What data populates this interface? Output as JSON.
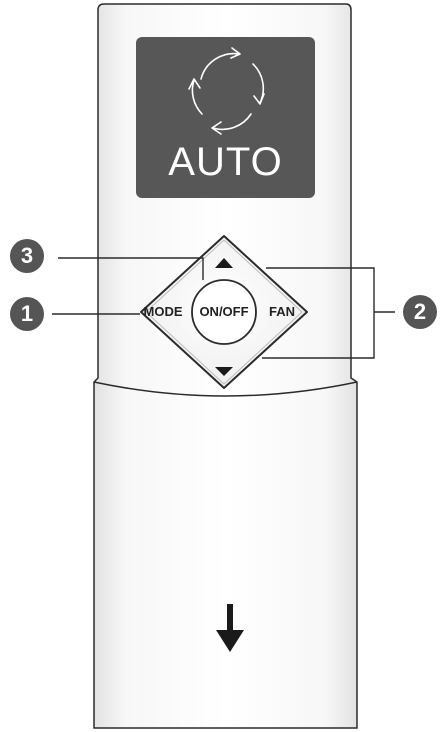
{
  "display": {
    "mode_text": "AUTO",
    "icon": "auto-cycle-arrows-icon",
    "background_color": "#575757"
  },
  "buttons": {
    "mode_label": "MODE",
    "onoff_label": "ON/OFF",
    "fan_label": "FAN",
    "up_icon": "triangle-up-icon",
    "down_icon": "triangle-down-icon"
  },
  "callouts": {
    "one": "1",
    "two": "2",
    "three": "3",
    "badge_color": "#555555"
  },
  "cover": {
    "arrow_icon": "arrow-down-icon"
  }
}
